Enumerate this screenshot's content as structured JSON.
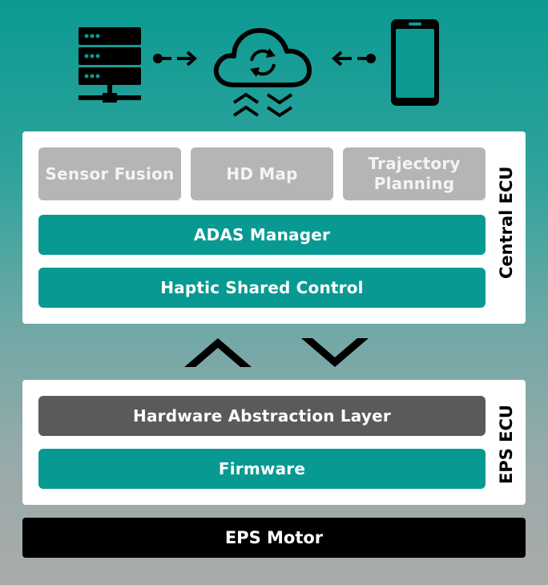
{
  "central_ecu": {
    "label": "Central ECU",
    "modules": {
      "sensor_fusion": "Sensor Fusion",
      "hd_map": "HD Map",
      "trajectory_planning_line1": "Trajectory",
      "trajectory_planning_line2": "Planning"
    },
    "adas_manager": "ADAS Manager",
    "haptic_shared_control": "Haptic Shared Control"
  },
  "eps_ecu": {
    "label": "EPS ECU",
    "hardware_abstraction_layer": "Hardware Abstraction Layer",
    "firmware": "Firmware"
  },
  "eps_motor": "EPS Motor",
  "icons": [
    "server-icon",
    "cloud-sync-icon",
    "smartphone-icon",
    "double-chevron-up-icon",
    "double-chevron-down-icon",
    "chevron-up-icon",
    "chevron-down-icon"
  ],
  "colors": {
    "teal": "#089a92",
    "gray_module": "#b5b5b5",
    "dark_layer": "#5b595a",
    "motor": "#000000",
    "panel": "#ffffff"
  }
}
